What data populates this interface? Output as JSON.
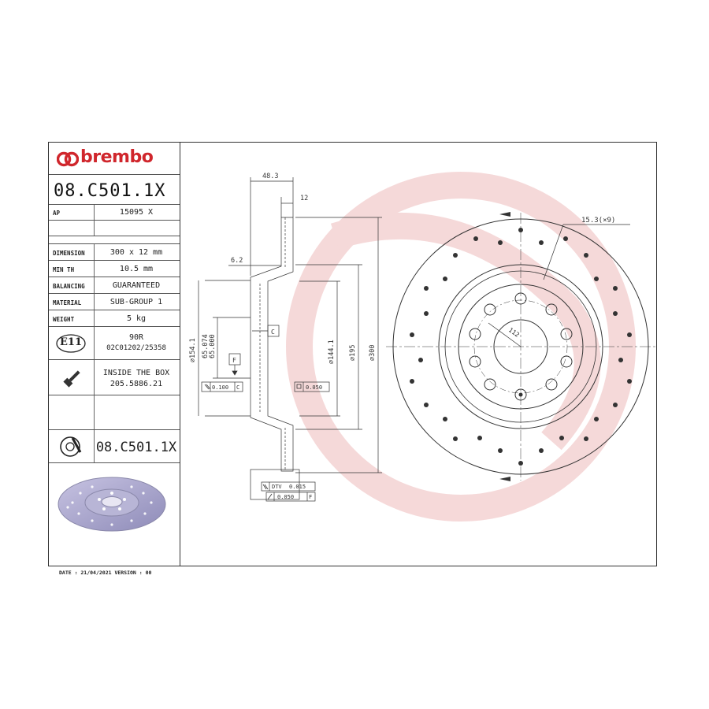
{
  "brand": {
    "name": "brembo",
    "color": "#d0262c"
  },
  "part_number": "08.C501.1X",
  "specs": [
    {
      "label": "AP",
      "value": "15095 X"
    },
    {
      "label": "DIMENSION",
      "value": "300 x 12 mm"
    },
    {
      "label": "MIN TH",
      "value": "10.5 mm"
    },
    {
      "label": "BALANCING",
      "value": "GUARANTEED"
    },
    {
      "label": "MATERIAL",
      "value": "SUB-GROUP 1"
    },
    {
      "label": "WEIGHT",
      "value": "5 kg"
    }
  ],
  "homologation": {
    "mark": "E11",
    "line1": "90R",
    "line2": "02C01202/25358"
  },
  "box": {
    "line1": "INSIDE THE BOX",
    "line2": "205.5886.21"
  },
  "kit_part_number": "08.C501.1X",
  "footer": "DATE : 21/04/2021 VERSION : 00",
  "section_dims": {
    "overall_height": "48.3",
    "thickness": "12",
    "hat_offset": "6.2",
    "d_outer_hub": "⌀154.1",
    "d_bore_max": "65.074",
    "d_bore_min": "65.000",
    "d_inner_track": "⌀144.1",
    "d_track": "⌀195",
    "d_outer": "⌀300",
    "datum_c": "C",
    "datum_f": "F",
    "tol_parallel": "0.100",
    "tol_parallel_ref": "C",
    "tol_flat": "0.050",
    "tol_dtv_label": "DTV",
    "tol_dtv": "0.015",
    "tol_runout": "0.050",
    "tol_runout_ref": "F"
  },
  "front_dims": {
    "holes": "15.3(×9)",
    "pcd": "112"
  },
  "icons": {
    "brand": "brembo-logo",
    "screw": "screw-icon",
    "kit": "wheel-kit-icon",
    "mark": "e11-mark"
  }
}
